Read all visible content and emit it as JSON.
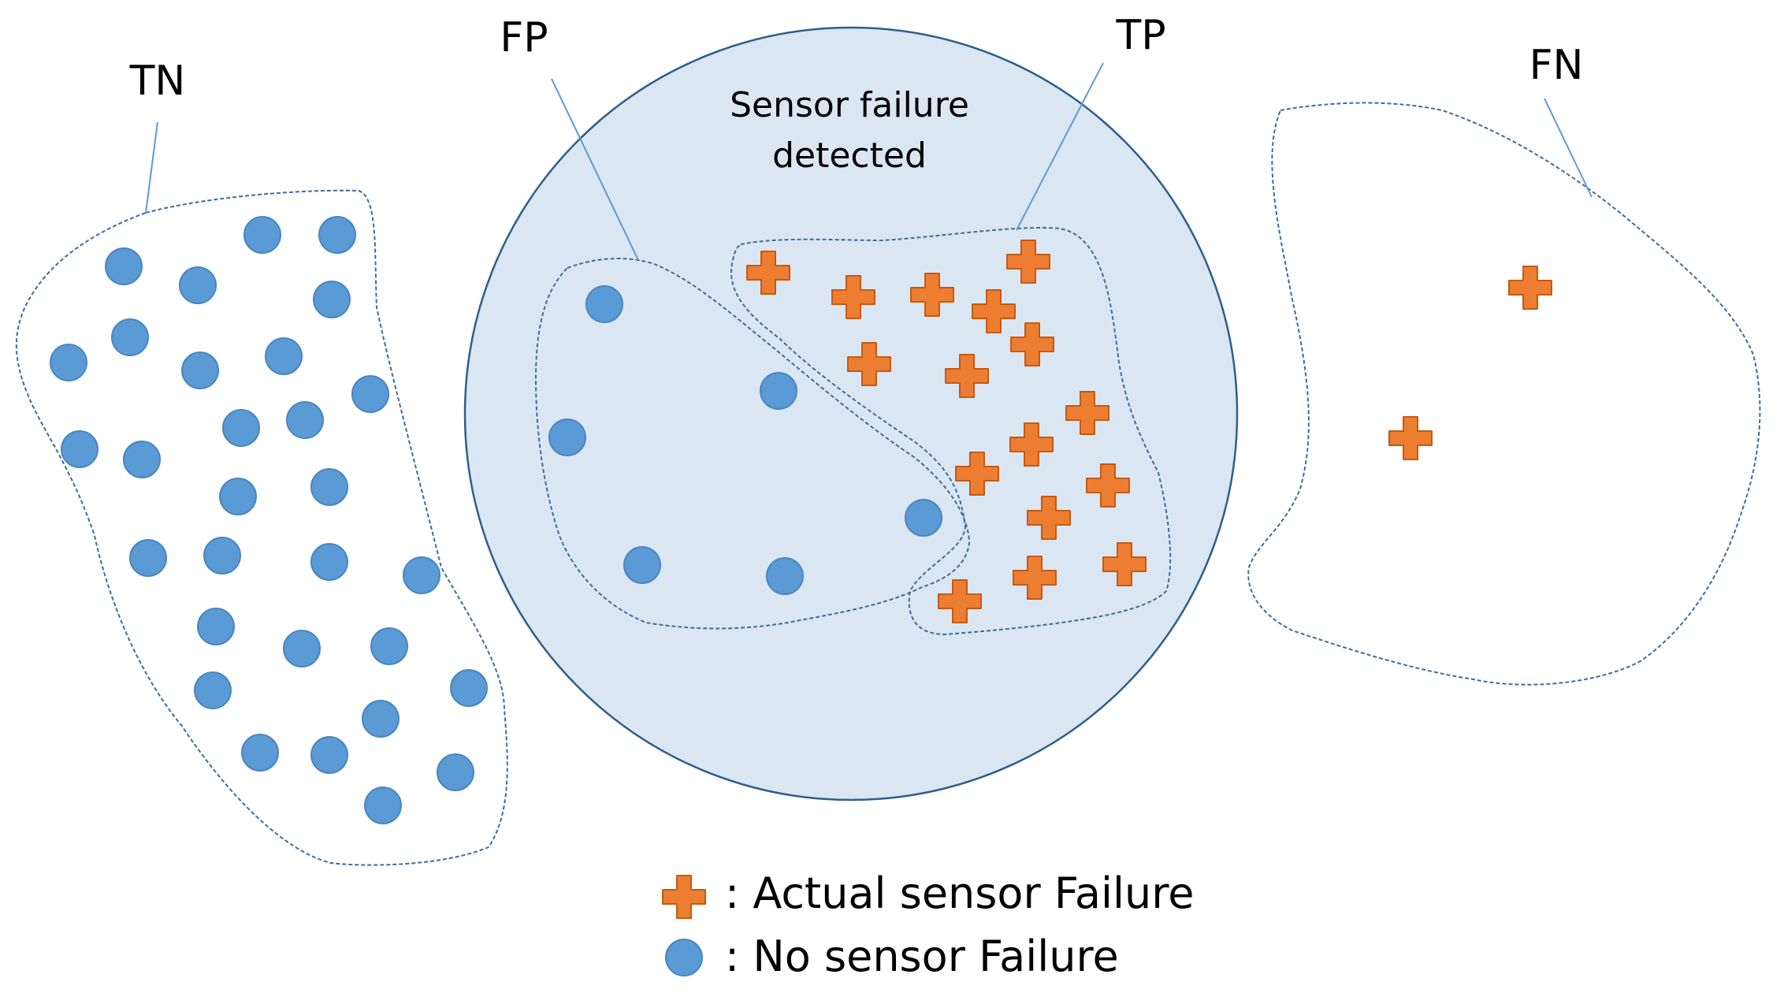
{
  "diagram": {
    "regions": {
      "tn": {
        "label": "TN"
      },
      "fp": {
        "label": "FP"
      },
      "tp": {
        "label": "TP"
      },
      "fn": {
        "label": "FN"
      }
    },
    "detection_circle": {
      "caption_line1": "Sensor failure",
      "caption_line2": "detected"
    },
    "legend": {
      "failure_text": ": Actual sensor Failure",
      "no_failure_text": ": No sensor Failure"
    },
    "colors": {
      "dot": "#5b9bd5",
      "dot_stroke": "#4a86c0",
      "cross": "#ed7d31",
      "cross_stroke": "#c55a11",
      "circle_fill": "#dbe6f3",
      "circle_stroke": "#2e5f8a",
      "boundary": "#3f6d96",
      "leader_line": "#5b9bd5"
    },
    "icons": {
      "dot": "circle-marker",
      "cross": "plus-marker"
    }
  }
}
